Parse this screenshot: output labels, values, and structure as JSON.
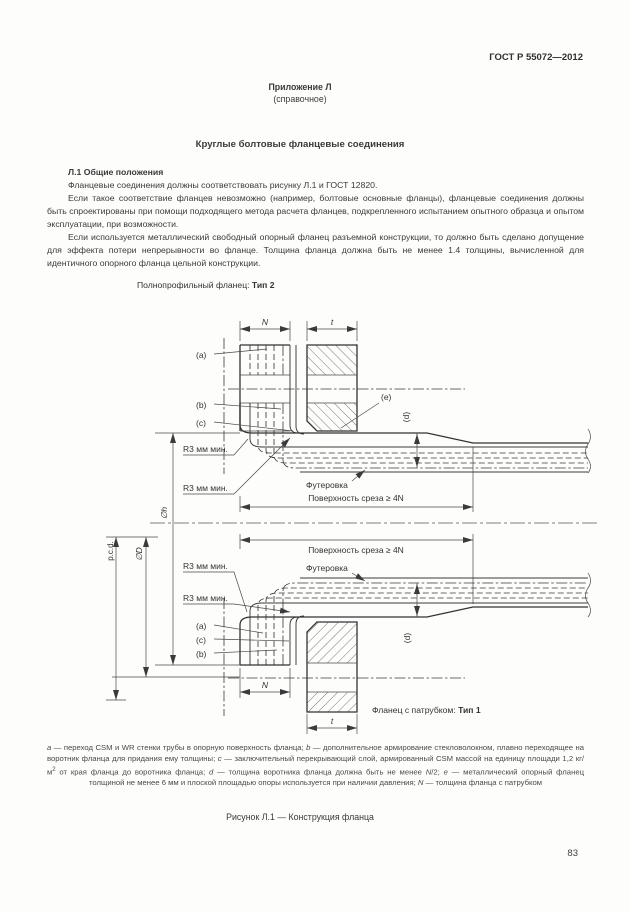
{
  "header": {
    "standard": "ГОСТ Р 55072—2012",
    "appendix": "Приложение Л",
    "appendix_note": "(справочное)",
    "title": "Круглые болтовые фланцевые соединения"
  },
  "section": {
    "heading": "Л.1 Общие положения",
    "paragraphs": [
      "Фланцевые соединения должны соответствовать рисунку Л.1 и ГОСТ 12820.",
      "Если такое соответствие фланцев невозможно (например, болтовые основные фланцы), фланцевые соединения должны быть спроектированы при помощи подходящего метода расчета фланцев, подкрепленного испытанием опытного образца и опытом эксплуатации, при возможности.",
      "Если используется металлический свободный опорный фланец разъемной конструкции, то должно быть сделано допущение для эффекта потери непрерывности во фланце. Толщина фланца должна быть не менее 1.4 толщины, вычисленной для идентичного опорного фланца цельной конструкции."
    ]
  },
  "figure": {
    "type2_label_segments": [
      {
        "t": "Полнопрофильный фланец: "
      },
      {
        "t": "Тип 2",
        "b": 1
      }
    ],
    "type1_label_segments": [
      {
        "t": "Фланец с патрубком: "
      },
      {
        "t": "Тип 1",
        "b": 1
      }
    ],
    "labels": {
      "n": "N",
      "t": "t",
      "a": "(a)",
      "b": "(b)",
      "c": "(c)",
      "d": "(d)",
      "e": "(e)",
      "r3": "R3 мм мин.",
      "lining": "Футеровка",
      "shear": "Поверхность среза ≥ 4N",
      "dia_h": "∅h",
      "dia_D": "∅D",
      "pcd": "p.c.d."
    },
    "footnote_segments": [
      {
        "t": "a",
        "i": 1
      },
      {
        "t": " — переход CSM и WR стенки трубы в опорную поверхность фланца; "
      },
      {
        "t": "b",
        "i": 1
      },
      {
        "t": " — дополнительное армирование стекловолокном, плавно переходящее на воротник фланца для придания ему толщины; "
      },
      {
        "t": "c",
        "i": 1
      },
      {
        "t": " — заключительный перекрывающий слой, армированный CSM массой на единицу площади 1,2 кг/м"
      },
      {
        "t": "2",
        "sup": 1
      },
      {
        "t": " от края фланца до воротника фланца; "
      },
      {
        "t": "d",
        "i": 1
      },
      {
        "t": " — толщина воротника фланца должна быть не менее "
      },
      {
        "t": "N",
        "i": 1
      },
      {
        "t": "/2; "
      },
      {
        "t": "e",
        "i": 1
      },
      {
        "t": " — металлический опорный фланец толщиной не менее 6 мм и плоской площадью опоры используется при наличии давления; "
      },
      {
        "t": "N",
        "i": 1
      },
      {
        "t": " — толщина фланца с патрубком"
      }
    ],
    "caption": "Рисунок Л.1 — Конструкция фланца"
  },
  "page": {
    "number": "83"
  }
}
